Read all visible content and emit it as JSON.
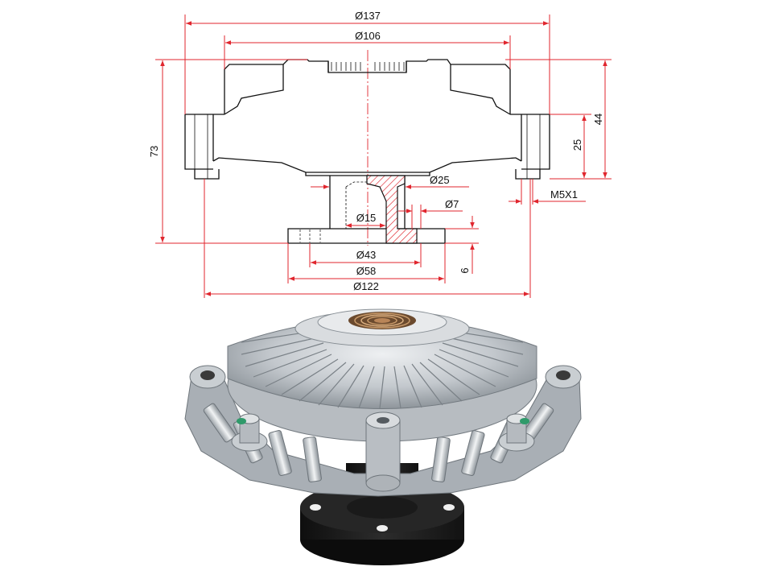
{
  "drawing": {
    "dimensions": {
      "d137": "Ø137",
      "d106": "Ø106",
      "d25": "Ø25",
      "d7": "Ø7",
      "d15": "Ø15",
      "d43": "Ø43",
      "d58": "Ø58",
      "d122": "Ø122",
      "h73": "73",
      "h44": "44",
      "h25": "25",
      "h6": "6",
      "thread": "M5X1"
    }
  },
  "colors": {
    "dimension_line": "#e0262e",
    "outline": "#111111",
    "metal": "#c8ccd0",
    "flange": "#1c1c1c"
  }
}
